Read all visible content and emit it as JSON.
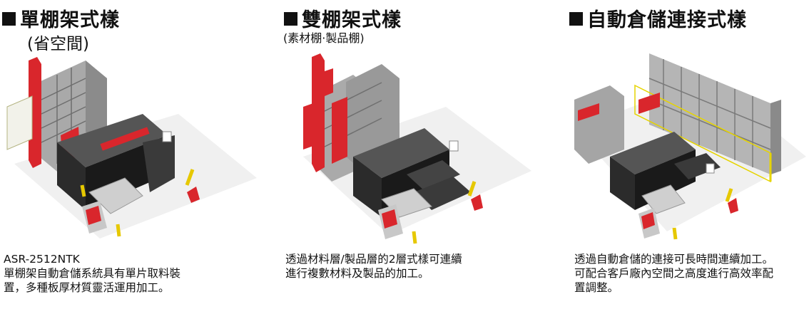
{
  "sections": [
    {
      "title": "單棚架式樣",
      "subtitle": "(省空間)",
      "model": "ASR-2512NTK",
      "description_lines": [
        "單棚架自動倉儲系統具有單片取料裝",
        "置，多種板厚材質靈活運用加工。"
      ]
    },
    {
      "title": "雙棚架式樣",
      "subtitle": "(素材棚·製品棚)",
      "description_lines": [
        "透過材料層/製品層的2層式樣可連續",
        "進行複數材料及製品的加工。"
      ]
    },
    {
      "title": "自動倉儲連接式樣",
      "description_lines": [
        "透過自動倉儲的連接可長時間連續加工。",
        "可配合客戶廠內空間之高度進行高效率配",
        "置調整。"
      ]
    }
  ]
}
